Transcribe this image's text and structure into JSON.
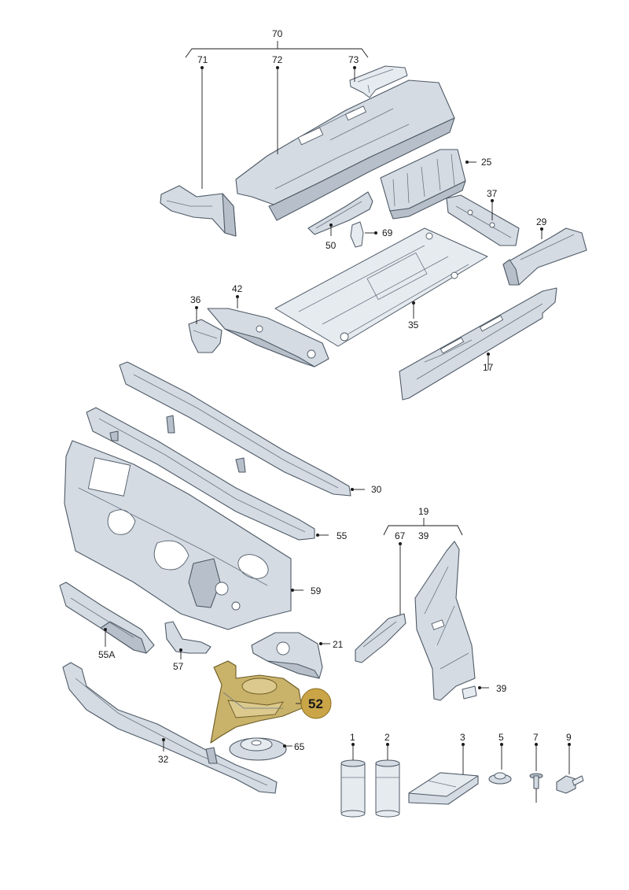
{
  "diagram": {
    "highlight_color": "#c9a547",
    "part_color": "#d4dbe3",
    "outline_color": "#4f5a66",
    "highlighted_part": "52",
    "labels": {
      "l70": "70",
      "l71": "71",
      "l72": "72",
      "l73": "73",
      "l25": "25",
      "l37": "37",
      "l29": "29",
      "l50": "50",
      "l69": "69",
      "l36": "36",
      "l42": "42",
      "l35": "35",
      "l17": "17",
      "l30": "30",
      "l55": "55",
      "l59": "59",
      "l55A": "55A",
      "l57": "57",
      "l21": "21",
      "l19": "19",
      "l67": "67",
      "l39a": "39",
      "l39b": "39",
      "l52": "52",
      "l65": "65",
      "l32": "32",
      "l1": "1",
      "l2": "2",
      "l3": "3",
      "l5": "5",
      "l7": "7",
      "l9": "9"
    }
  }
}
